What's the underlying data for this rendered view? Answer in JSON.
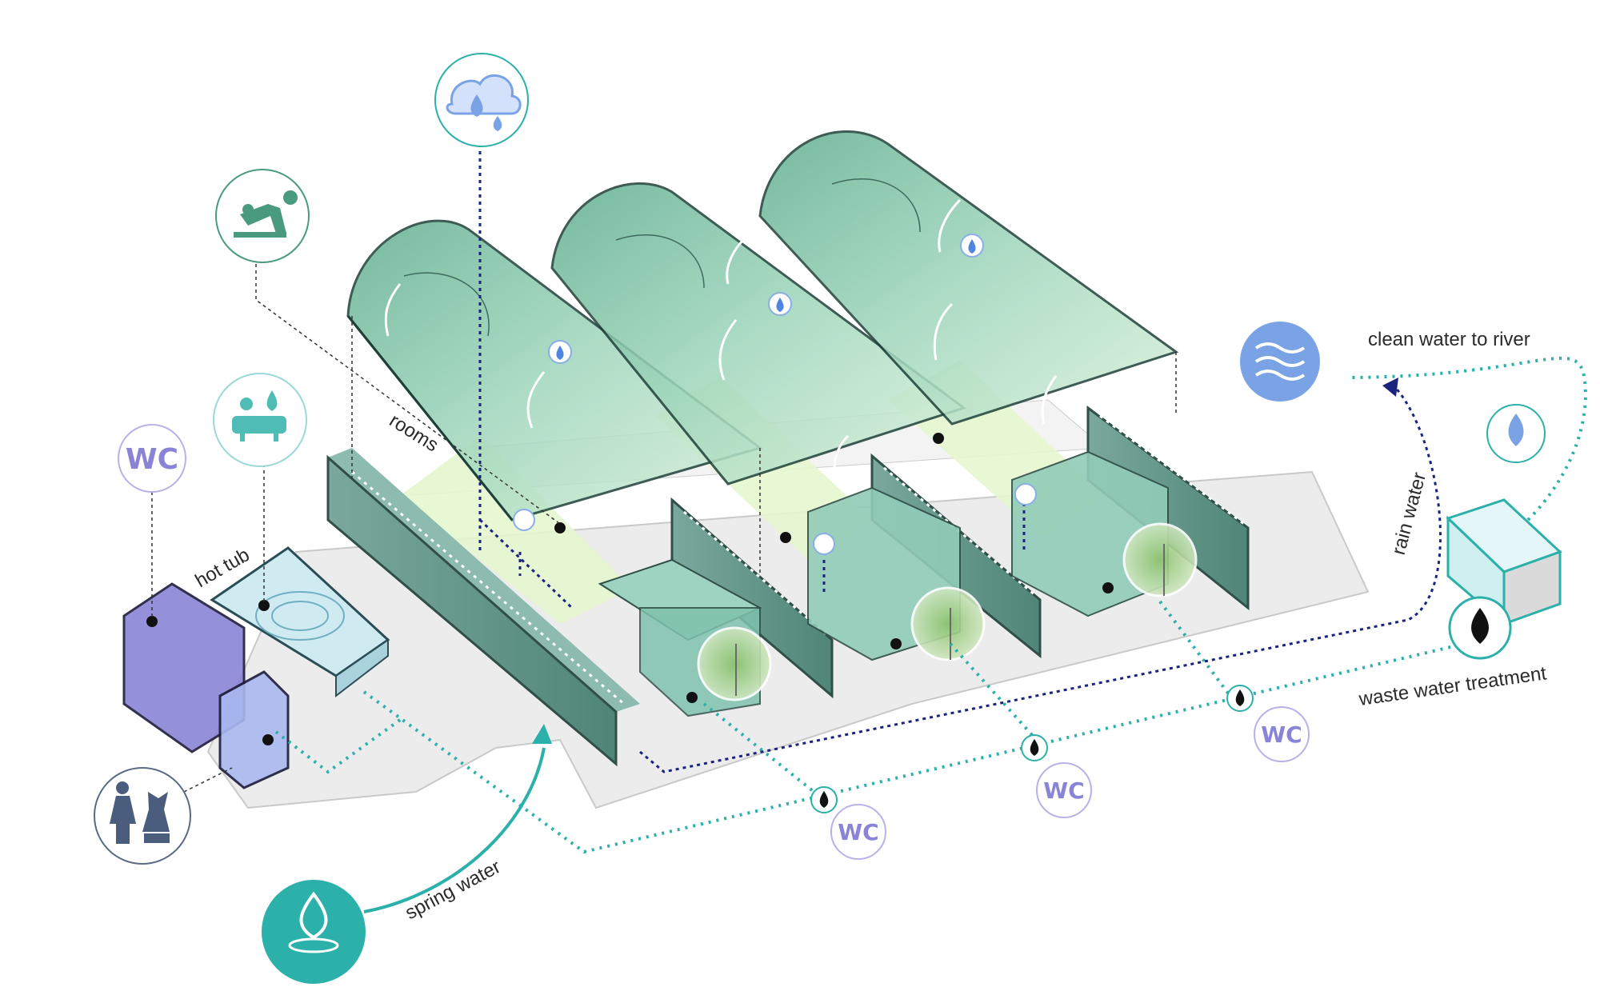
{
  "labels": {
    "rooms": "rooms",
    "hot_tub": "hot tub",
    "spring_water": "spring water",
    "rain_water": "rain water",
    "clean_water_to_river": "clean water to river",
    "waste_water_treatment": "waste water treatment"
  },
  "wc_labels": [
    "WC",
    "WC",
    "WC",
    "WC"
  ],
  "icons": [
    "rain-cloud-icon",
    "massage-icon",
    "bath-icon",
    "wc-icon",
    "changing-room-icon",
    "spring-water-icon",
    "river-waves-icon",
    "clean-water-drop-icon",
    "waste-water-drop-icon"
  ],
  "colors": {
    "roof_green": "#8fd1b2",
    "wall_teal": "#5f9a8e",
    "spring_teal": "#2bb0aa",
    "rain_navy": "#1a237e",
    "wc_purple": "#8a84d6",
    "river_blue": "#7aa3e6"
  }
}
